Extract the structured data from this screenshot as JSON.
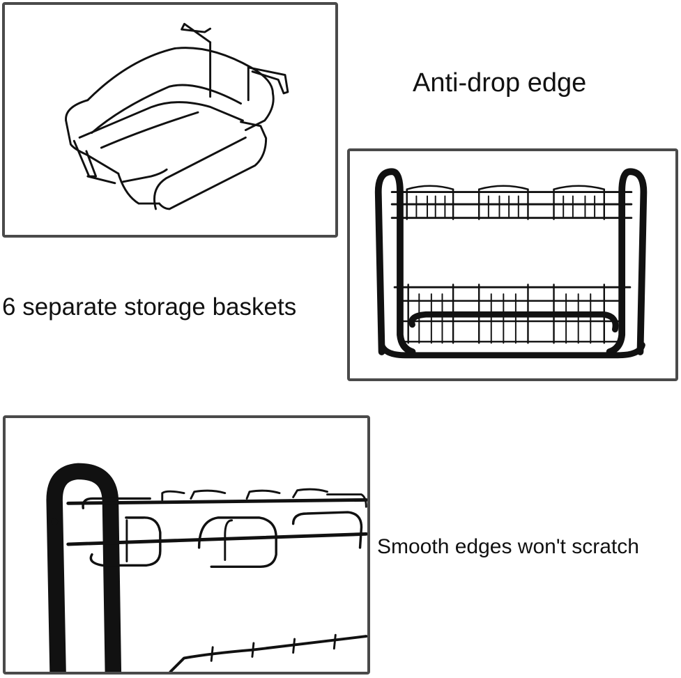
{
  "captions": {
    "anti_drop": "Anti-drop edge",
    "baskets": "6 separate storage baskets",
    "smooth": "Smooth edges won't scratch"
  },
  "colors": {
    "frame_border": "#4a4a4a",
    "wire": "#111111",
    "background": "#ffffff"
  }
}
